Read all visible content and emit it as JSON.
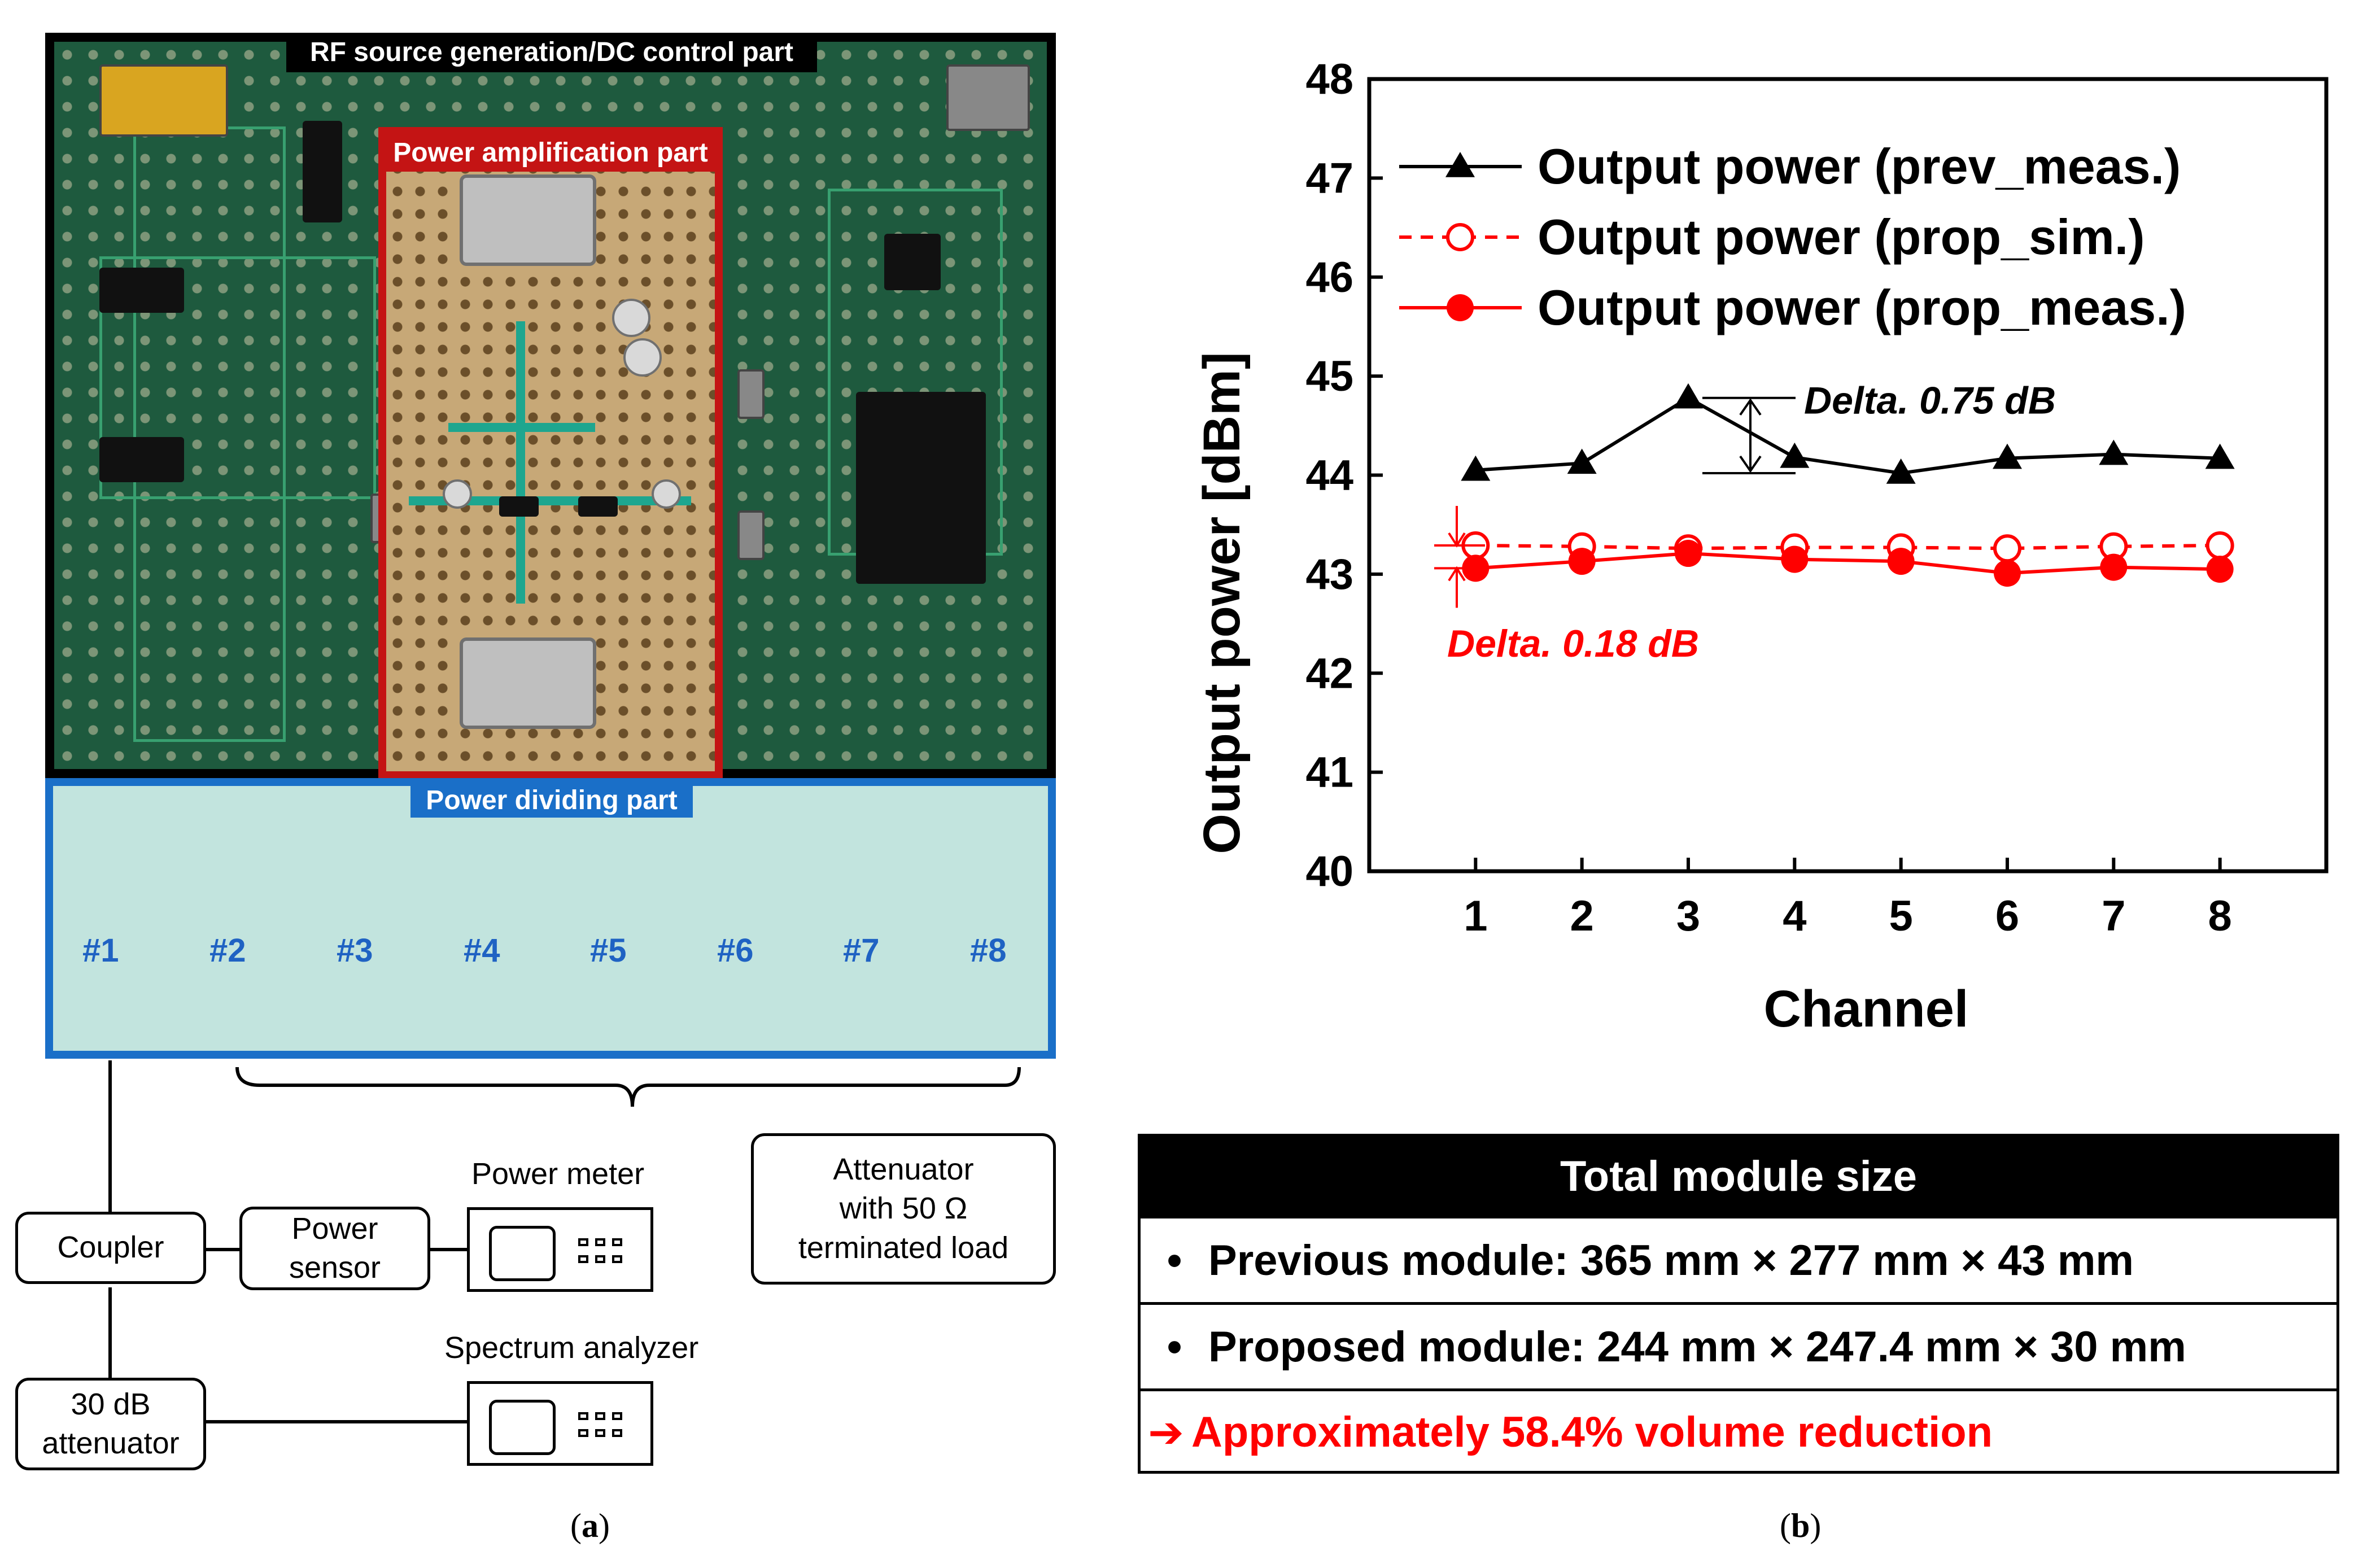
{
  "panel_a": {
    "photo_labels": {
      "rf_source": "RF source generation/DC control part",
      "power_amp": "Power amplification part",
      "power_div": "Power dividing part"
    },
    "channels": [
      "#1",
      "#2",
      "#3",
      "#4",
      "#5",
      "#6",
      "#7",
      "#8"
    ],
    "setup": {
      "coupler": "Coupler",
      "power_sensor": [
        "Power",
        "sensor"
      ],
      "power_meter": "Power meter",
      "attenuator_30db": [
        "30 dB",
        "attenuator"
      ],
      "spectrum_analyzer": "Spectrum analyzer",
      "attenuator_load": [
        "Attenuator",
        "with 50 Ω",
        "terminated load"
      ]
    },
    "caption_letter": "a"
  },
  "panel_b": {
    "caption_letter": "b",
    "table": {
      "title": "Total module size",
      "bullet": "•",
      "rows": [
        "Previous module: 365 mm × 277 mm × 43 mm",
        "Proposed module: 244 mm × 247.4 mm × 30 mm"
      ],
      "arrow": "➔",
      "conclusion": "Approximately 58.4% volume reduction"
    }
  },
  "chart_data": {
    "type": "line",
    "title": "",
    "xlabel": "Channel",
    "ylabel": "Output power [dBm]",
    "x": [
      1,
      2,
      3,
      4,
      5,
      6,
      7,
      8
    ],
    "xlim": [
      0,
      9
    ],
    "ylim": [
      40,
      48
    ],
    "yticks": [
      40,
      41,
      42,
      43,
      44,
      45,
      46,
      47,
      48
    ],
    "legend_position": "top-left",
    "grid": false,
    "series": [
      {
        "name": "Output power (prev_meas.)",
        "values": [
          44.05,
          44.12,
          44.78,
          44.18,
          44.02,
          44.17,
          44.21,
          44.17
        ],
        "color": "#000000",
        "marker": "filled-triangle",
        "line": "solid"
      },
      {
        "name": "Output power (prop_sim.)",
        "values": [
          43.29,
          43.28,
          43.26,
          43.27,
          43.27,
          43.26,
          43.28,
          43.29
        ],
        "color": "#ff0000",
        "marker": "open-circle",
        "line": "dashed"
      },
      {
        "name": "Output power (prop_meas.)",
        "values": [
          43.06,
          43.13,
          43.21,
          43.15,
          43.13,
          43.01,
          43.07,
          43.05
        ],
        "color": "#ff0000",
        "marker": "filled-circle",
        "line": "solid"
      }
    ],
    "annotations": [
      {
        "text": "Delta. 0.75 dB",
        "color": "#000000"
      },
      {
        "text": "Delta. 0.18 dB",
        "color": "#ff0000"
      }
    ]
  }
}
